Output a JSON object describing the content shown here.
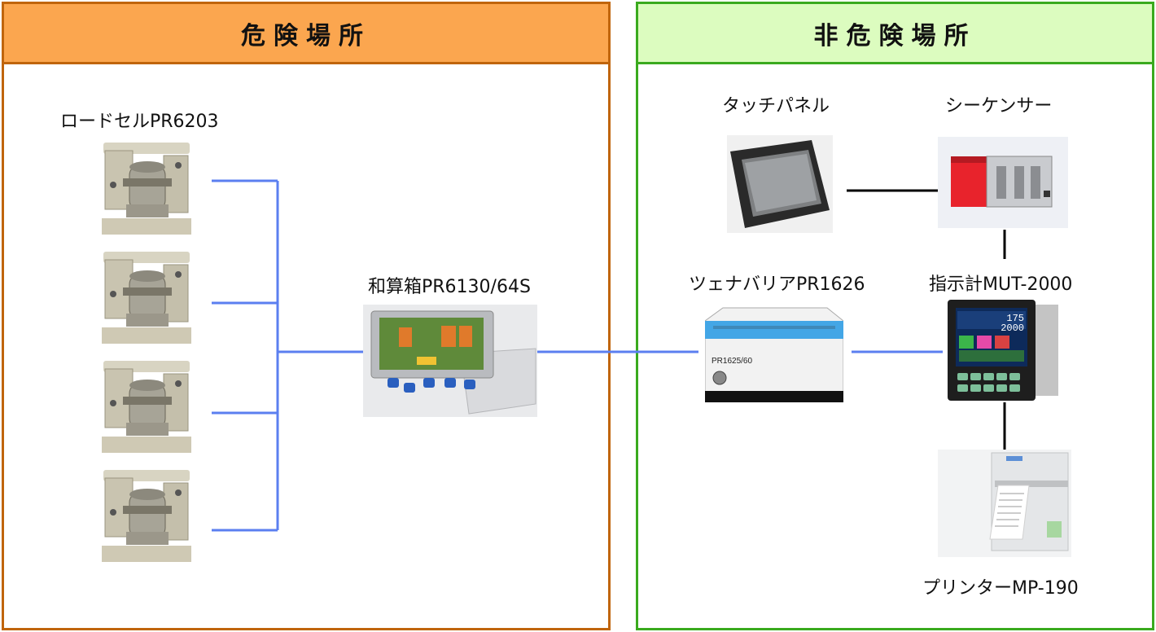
{
  "zones": {
    "hazard": {
      "title": "危険場所",
      "border_color": "#c0650c",
      "header_color": "#fba64f"
    },
    "safe": {
      "title": "非危険場所",
      "border_color": "#3aaa1e",
      "header_color": "#dcfcbf"
    }
  },
  "devices": {
    "load_cell": {
      "label": "ロードセルPR6203"
    },
    "junction_box": {
      "label": "和算箱PR6130/64S"
    },
    "touch_panel": {
      "label": "タッチパネル"
    },
    "sequencer": {
      "label": "シーケンサー"
    },
    "barrier": {
      "label": "ツェナバリアPR1626",
      "plate_text": "PR1625/60"
    },
    "indicator": {
      "label": "指示計MUT-2000",
      "screen_line1": "175",
      "screen_line2": "2000"
    },
    "printer": {
      "label": "プリンターMP-190"
    }
  },
  "wire_colors": {
    "signal": "#5b7ff0",
    "control": "#000000"
  }
}
